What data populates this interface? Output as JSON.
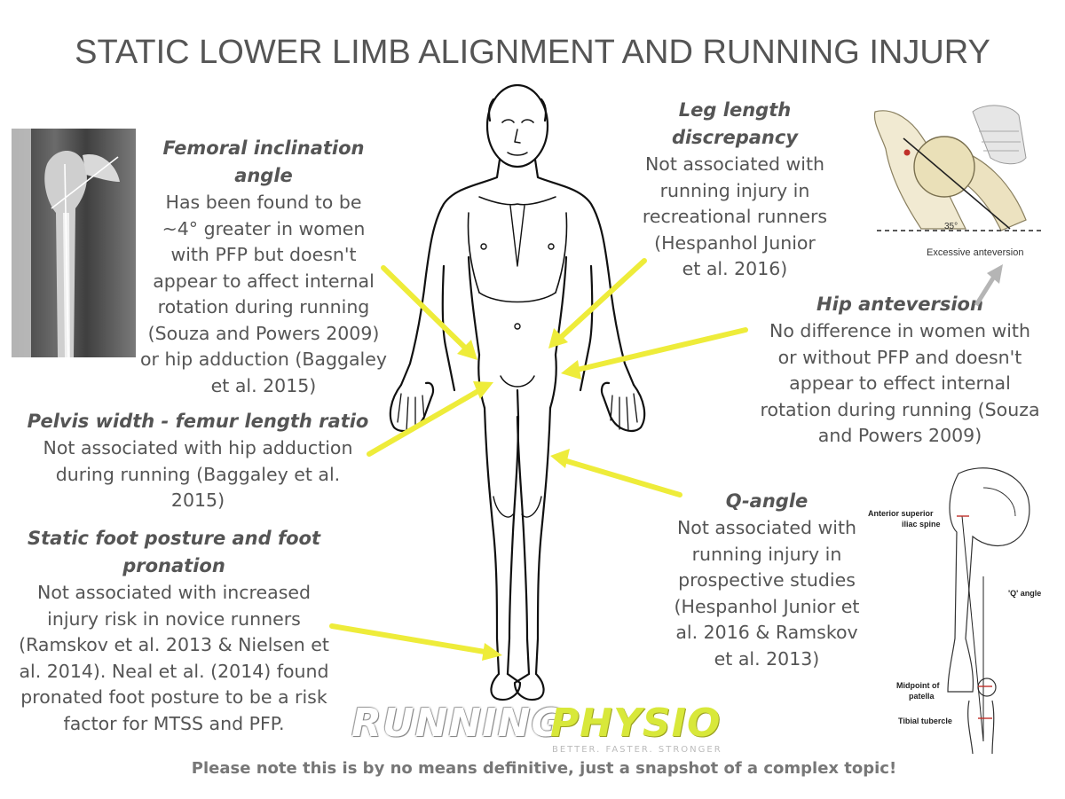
{
  "title": "STATIC LOWER LIMB ALIGNMENT AND RUNNING INJURY",
  "colors": {
    "text": "#555555",
    "arrow": "#eeec3a",
    "logo_accent": "#d8e83a",
    "note": "#777777"
  },
  "blocks": {
    "femoral": {
      "heading": "Femoral inclination angle",
      "lines": [
        "Has been found to be",
        "~4° greater in women",
        "with PFP but doesn't",
        "appear to affect internal",
        "rotation during running",
        "(Souza and Powers 2009)",
        "or hip adduction (Baggaley",
        "et al. 2015)"
      ]
    },
    "pelvis": {
      "heading": "Pelvis width - femur length ratio",
      "lines": [
        "Not associated with hip adduction",
        "during running (Baggaley et al. 2015)"
      ]
    },
    "foot": {
      "heading_lines": [
        "Static foot posture and foot",
        "pronation"
      ],
      "lines": [
        "Not associated with increased",
        "injury risk in novice runners",
        "(Ramskov et al. 2013 & Nielsen et",
        "al. 2014). Neal et al. (2014) found",
        "pronated foot posture to be a risk",
        "factor for MTSS and PFP."
      ]
    },
    "leg_length": {
      "heading_lines": [
        "Leg length",
        "discrepancy"
      ],
      "lines": [
        "Not associated with",
        "running injury in",
        "recreational runners",
        "(Hespanhol Junior",
        "et al. 2016)"
      ]
    },
    "hip": {
      "heading": "Hip anteversion",
      "lines": [
        "No difference in women with",
        "or without PFP and doesn't",
        "appear to effect internal",
        "rotation during running (Souza",
        "and Powers 2009)"
      ]
    },
    "q_angle": {
      "heading": "Q-angle",
      "lines": [
        "Not associated with",
        "running injury in",
        "prospective studies",
        "(Hespanhol Junior et",
        "al. 2016 & Ramskov",
        "et al. 2013)"
      ]
    }
  },
  "images": {
    "anteversion": {
      "angle_label": "35°",
      "caption": "Excessive anteversion"
    },
    "q_angle": {
      "labels": [
        "Anterior superior",
        "iliac spine",
        "'Q' angle",
        "Midpoint of",
        "patella",
        "Tibial tubercle"
      ]
    }
  },
  "logo": {
    "part1": "RUNNING",
    "part2": "PHYSIO",
    "tagline": "BETTER. FASTER. STRONGER"
  },
  "footer_note": "Please note this is by no means definitive, just a snapshot of a complex topic!"
}
